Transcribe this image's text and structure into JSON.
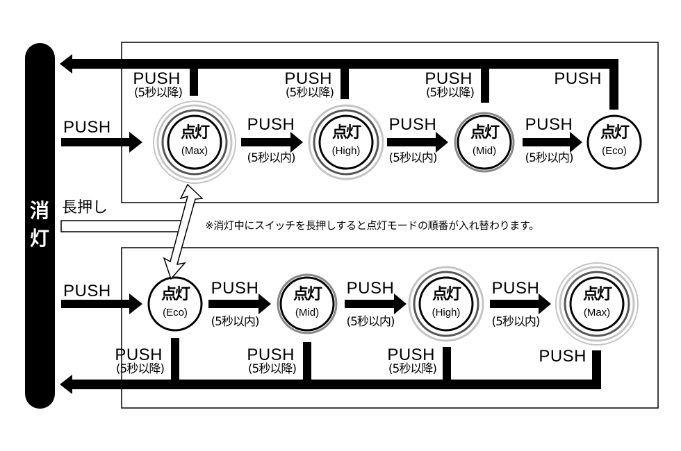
{
  "off_pill": {
    "label_line1": "消",
    "label_line2": "灯"
  },
  "long_press": {
    "label": "長押し",
    "note": "※消灯中にスイッチを長押しすると点灯モードの順番が入れ替わります。"
  },
  "colors": {
    "ink": "#000000",
    "ring_dark": "#555555",
    "ring_mid": "#888888",
    "ring_light": "#c4c4c4",
    "background": "#ffffff"
  },
  "top_row": {
    "entry_label": "PUSH",
    "nodes": [
      {
        "title": "点灯",
        "mode": "(Max)",
        "rings": 3
      },
      {
        "title": "点灯",
        "mode": "(High)",
        "rings": 2
      },
      {
        "title": "点灯",
        "mode": "(Mid)",
        "rings": 1
      },
      {
        "title": "点灯",
        "mode": "(Eco)",
        "rings": 0
      }
    ],
    "forward": [
      {
        "label": "PUSH",
        "sub": "(5秒以内)"
      },
      {
        "label": "PUSH",
        "sub": "(5秒以内)"
      },
      {
        "label": "PUSH",
        "sub": "(5秒以内)"
      }
    ],
    "return": [
      {
        "label": "PUSH",
        "sub": "(5秒以降)"
      },
      {
        "label": "PUSH",
        "sub": "(5秒以降)"
      },
      {
        "label": "PUSH",
        "sub": "(5秒以降)"
      },
      {
        "label": "PUSH",
        "sub": ""
      }
    ]
  },
  "bottom_row": {
    "entry_label": "PUSH",
    "nodes": [
      {
        "title": "点灯",
        "mode": "(Eco)",
        "rings": 0
      },
      {
        "title": "点灯",
        "mode": "(Mid)",
        "rings": 1
      },
      {
        "title": "点灯",
        "mode": "(High)",
        "rings": 2
      },
      {
        "title": "点灯",
        "mode": "(Max)",
        "rings": 3
      }
    ],
    "forward": [
      {
        "label": "PUSH",
        "sub": "(5秒以内)"
      },
      {
        "label": "PUSH",
        "sub": "(5秒以内)"
      },
      {
        "label": "PUSH",
        "sub": "(5秒以内)"
      }
    ],
    "return": [
      {
        "label": "PUSH",
        "sub": "(5秒以降)"
      },
      {
        "label": "PUSH",
        "sub": "(5秒以降)"
      },
      {
        "label": "PUSH",
        "sub": "(5秒以降)"
      },
      {
        "label": "PUSH",
        "sub": ""
      }
    ]
  }
}
